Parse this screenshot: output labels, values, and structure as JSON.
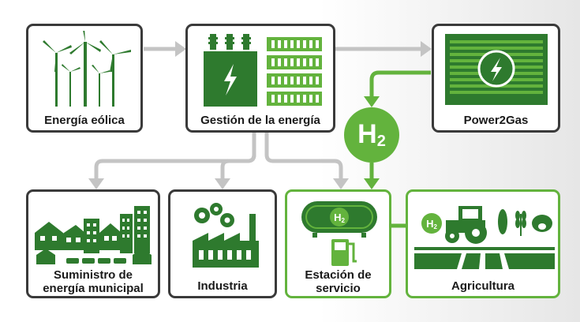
{
  "colors": {
    "green": "#63b33d",
    "dark_green": "#2e7a2e",
    "box_border": "#3a3a3a",
    "arrow_gray": "#c4c4c4"
  },
  "nodes": {
    "wind": {
      "label": "Energía eólica",
      "icon": "wind-turbines-icon"
    },
    "management": {
      "label": "Gestión de la energía",
      "icon": "transformer-battery-icon"
    },
    "p2g": {
      "label": "Power2Gas",
      "icon": "power2gas-unit-icon"
    },
    "municipal": {
      "label_line1": "Suministro de",
      "label_line2": "energía municipal",
      "icon": "town-icon"
    },
    "industry": {
      "label": "Industria",
      "icon": "factory-icon"
    },
    "station": {
      "label_line1": "Estación de",
      "label_line2": "servicio",
      "icon": "hydrogen-station-icon"
    },
    "agriculture": {
      "label": "Agricultura",
      "icon": "farm-tractor-icon"
    }
  },
  "hydrogen": {
    "symbol": "H",
    "subscript": "2",
    "tank_symbol": "H",
    "tank_subscript": "2",
    "tractor_symbol": "H",
    "tractor_subscript": "2"
  }
}
